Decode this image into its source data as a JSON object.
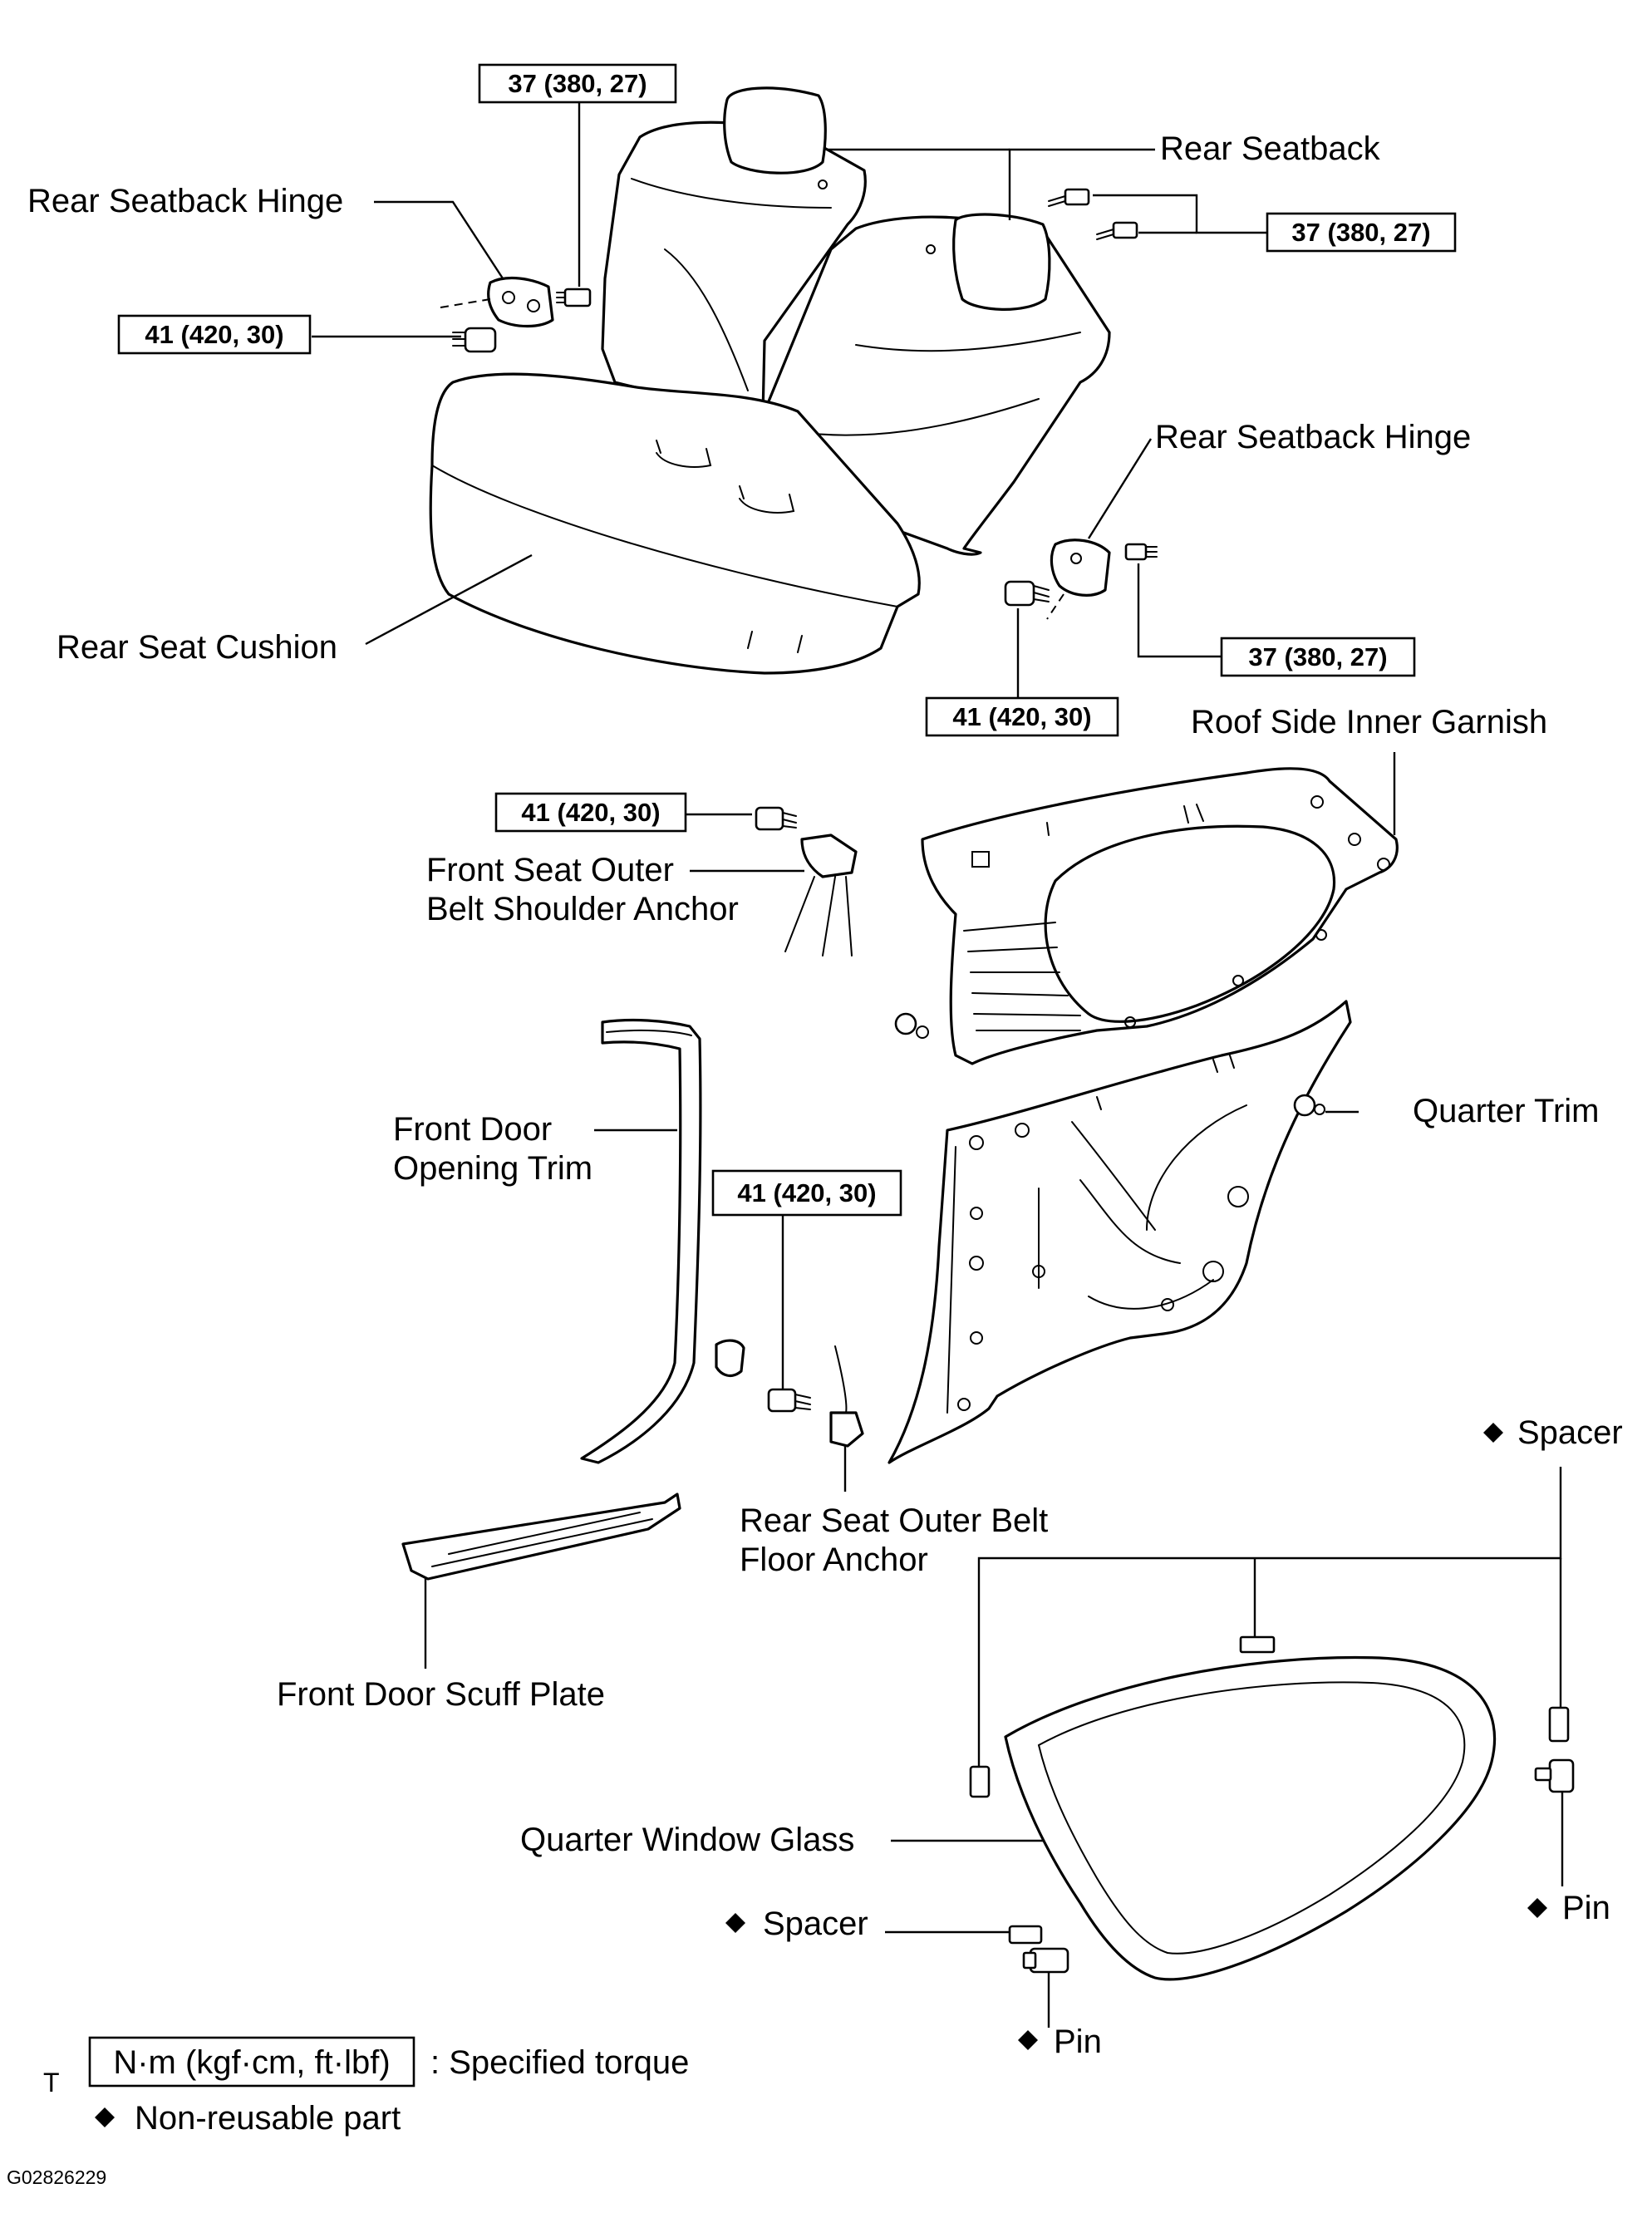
{
  "labels": {
    "rear_seatback": "Rear Seatback",
    "rear_seatback_hinge_left": "Rear Seatback Hinge",
    "rear_seatback_hinge_right": "Rear Seatback Hinge",
    "rear_seat_cushion": "Rear Seat Cushion",
    "roof_side_inner_garnish": "Roof Side Inner Garnish",
    "front_seat_belt_anchor_line1": "Front Seat Outer",
    "front_seat_belt_anchor_line2": "Belt Shoulder Anchor",
    "front_door_opening_trim_line1": "Front Door",
    "front_door_opening_trim_line2": "Opening Trim",
    "quarter_trim": "Quarter Trim",
    "rear_seat_belt_floor_anchor_line1": "Rear Seat Outer Belt",
    "rear_seat_belt_floor_anchor_line2": "Floor Anchor",
    "front_door_scuff_plate": "Front Door Scuff Plate",
    "spacer_top": "Spacer",
    "quarter_window_glass": "Quarter Window Glass",
    "spacer_bottom": "Spacer",
    "pin_right": "Pin",
    "pin_bottom": "Pin"
  },
  "torque": {
    "seatback_left_top": "37 (380, 27)",
    "seatback_right_top": "37 (380, 27)",
    "hinge_left_bolt": "41 (420, 30)",
    "hinge_right_bolt_lower": "41 (420, 30)",
    "hinge_right_bolt_upper": "37 (380, 27)",
    "front_belt_anchor_bolt": "41 (420, 30)",
    "rear_belt_floor_bolt": "41 (420, 30)"
  },
  "legend": {
    "torque_unit": "N·m (kgf·cm, ft·lbf)",
    "torque_desc": ": Specified torque",
    "nonreusable_desc": "Non-reusable part",
    "side_mark": "T"
  },
  "figure_id": "G02826229",
  "icons": {
    "nonreusable": "black-diamond-icon"
  }
}
